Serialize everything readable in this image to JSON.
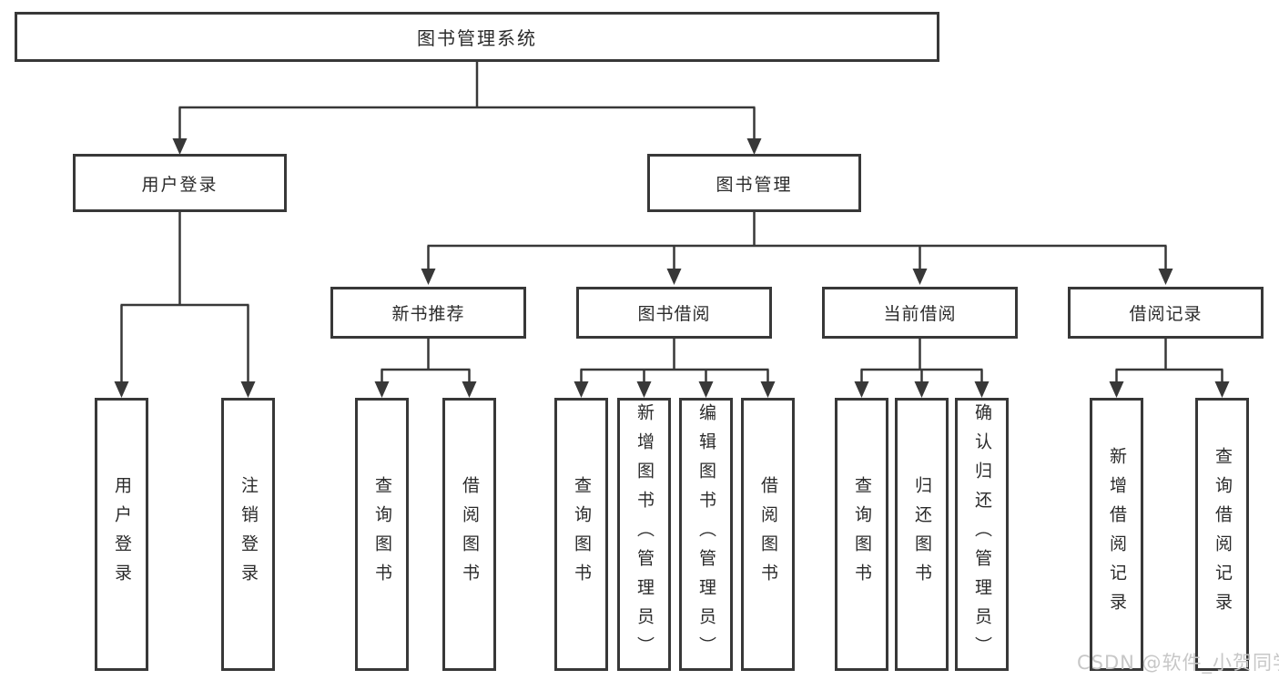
{
  "diagram": {
    "root": {
      "label": "图书管理系统"
    },
    "branches": [
      {
        "label": "用户登录",
        "children": [
          {
            "label": "用户登录"
          },
          {
            "label": "注销登录"
          }
        ]
      },
      {
        "label": "图书管理",
        "children": [
          {
            "label": "新书推荐",
            "children": [
              {
                "label": "查询图书"
              },
              {
                "label": "借阅图书"
              }
            ]
          },
          {
            "label": "图书借阅",
            "children": [
              {
                "label": "查询图书"
              },
              {
                "label": "新增图书（管理员）"
              },
              {
                "label": "编辑图书（管理员）"
              },
              {
                "label": "借阅图书"
              }
            ]
          },
          {
            "label": "当前借阅",
            "children": [
              {
                "label": "查询图书"
              },
              {
                "label": "归还图书"
              },
              {
                "label": "确认归还（管理员）"
              }
            ]
          },
          {
            "label": "借阅记录",
            "children": [
              {
                "label": "新增借阅记录"
              },
              {
                "label": "查询借阅记录"
              }
            ]
          }
        ]
      }
    ]
  },
  "watermark": {
    "text": "CSDN @软件_小贺同学"
  },
  "colors": {
    "line": "#383838",
    "text": "#2b2b2b",
    "box_fill": "#ffffff",
    "background": "#ffffff",
    "watermark": "#c7c7c7"
  }
}
